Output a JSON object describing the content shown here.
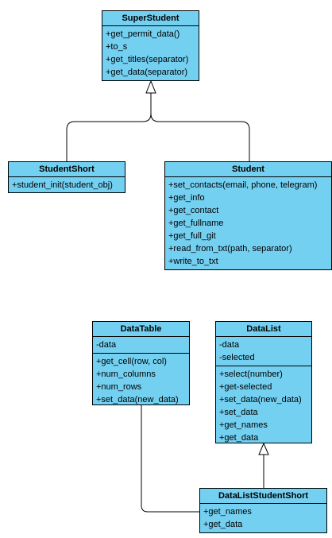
{
  "classes": {
    "super_student": {
      "name": "SuperStudent",
      "methods": [
        "+get_permit_data()",
        "+to_s",
        "+get_titles(separator)",
        "+get_data(separator)"
      ]
    },
    "student_short": {
      "name": "StudentShort",
      "methods": [
        "+student_init(student_obj)"
      ]
    },
    "student": {
      "name": "Student",
      "methods": [
        "+set_contacts(email, phone, telegram)",
        "+get_info",
        "+get_contact",
        "+get_fullname",
        "+get_full_git",
        "+read_from_txt(path, separator)",
        "+write_to_txt"
      ]
    },
    "data_table": {
      "name": "DataTable",
      "attributes": [
        "-data"
      ],
      "methods": [
        "+get_cell(row, col)",
        "+num_columns",
        "+num_rows",
        "+set_data(new_data)"
      ]
    },
    "data_list": {
      "name": "DataList",
      "attributes": [
        "-data",
        "-selected"
      ],
      "methods": [
        "+select(number)",
        "+get-selected",
        "+set_data(new_data)",
        "+set_data",
        "+get_names",
        "+get_data"
      ]
    },
    "data_list_student_short": {
      "name": "DataListStudentShort",
      "methods": [
        "+get_names",
        "+get_data"
      ]
    }
  },
  "colors": {
    "class_fill": "#74d0f1",
    "border": "#000000",
    "background": "#ffffff"
  }
}
